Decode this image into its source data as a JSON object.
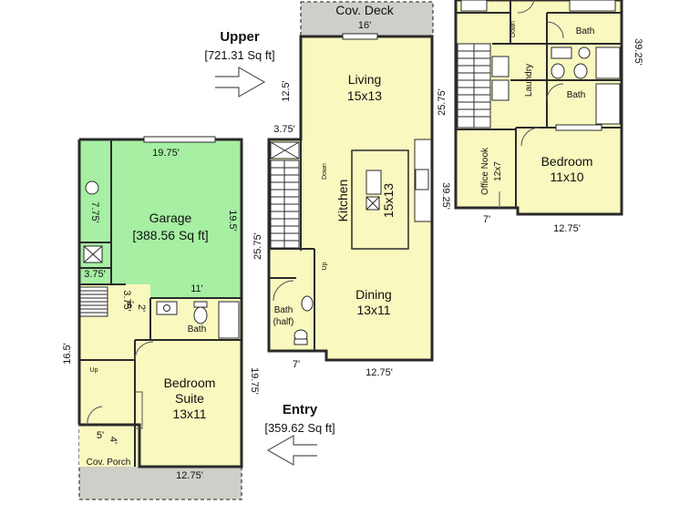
{
  "colors": {
    "room": "#f8f8bf",
    "garage": "#a6efa3",
    "porch": "#cfcfc9",
    "wall": "#2a2a2a",
    "fixture": "#ffffff"
  },
  "upper": {
    "title": "Upper",
    "area": "[721.31 Sq ft]",
    "rooms": {
      "cov_deck": "Cov. Deck",
      "living_name": "Living",
      "living_size": "15x13",
      "kitchen_name": "Kitchen",
      "kitchen_size": "15x13",
      "dining_name": "Dining",
      "dining_size": "13x11",
      "bath_half_1": "Bath",
      "bath_half_2": "(half)"
    },
    "dims": {
      "deck_w": "16'",
      "left_upper": "12.5'",
      "step": "3.75'",
      "left_long": "25.75'",
      "right_long": "39.25'",
      "bottom_small": "7'",
      "bottom": "12.75'"
    },
    "stairs": {
      "down": "Down",
      "up": "Up"
    }
  },
  "third": {
    "rooms": {
      "bath_top": "Bath",
      "laundry": "Laundry",
      "bath_mid": "Bath",
      "bedroom_name": "Bedroom",
      "bedroom_size": "11x10",
      "office_name": "Office Nook",
      "office_size": "12x7"
    },
    "dims": {
      "right": "39.25'",
      "left": "25.75'",
      "bottom_small": "7'",
      "bottom": "12.75'"
    },
    "stairs": {
      "down": "Down"
    }
  },
  "entry": {
    "title": "Entry",
    "area": "[359.62 Sq ft]",
    "rooms": {
      "garage_name": "Garage",
      "garage_area": "[388.56 Sq ft]",
      "bath": "Bath",
      "bedroom_name": "Bedroom",
      "bedroom_name2": "Suite",
      "bedroom_size": "13x11",
      "cov_porch": "Cov. Porch"
    },
    "dims": {
      "top": "19.75'",
      "wh": "7.75'",
      "garage_right": "19.5'",
      "closet": "3.75'",
      "mid": "11'",
      "stair_a": "3.75'",
      "stair_b": "5'",
      "stair_c": "2'",
      "left": "16.5'",
      "right": "19.75'",
      "porch_a": "5'",
      "porch_b": "4'",
      "bottom": "12.75'"
    },
    "stairs": {
      "up": "Up"
    }
  }
}
